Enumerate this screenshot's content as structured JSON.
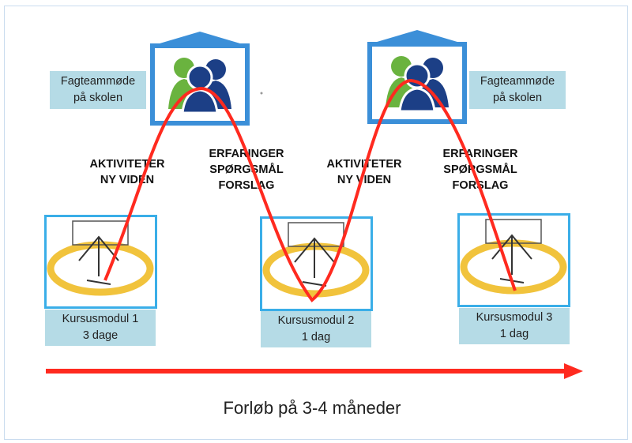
{
  "meetings": [
    {
      "label_line1": "Fagteammøde",
      "label_line2": "på skolen",
      "icon": "school-team-icon"
    },
    {
      "label_line1": "Fagteammøde",
      "label_line2": "på skolen",
      "icon": "school-team-icon"
    }
  ],
  "phases": [
    {
      "lines": [
        "AKTIVITETER",
        "NY VIDEN"
      ]
    },
    {
      "lines": [
        "ERFARINGER",
        "SPØRGSMÅL",
        "FORSLAG"
      ]
    },
    {
      "lines": [
        "AKTIVITETER",
        "NY VIDEN"
      ]
    },
    {
      "lines": [
        "ERFARINGER",
        "SPØRGSMÅL",
        "FORSLAG"
      ]
    }
  ],
  "modules": [
    {
      "name": "Kursusmodul 1",
      "duration": "3 dage"
    },
    {
      "name": "Kursusmodul 2",
      "duration": "1 dag"
    },
    {
      "name": "Kursusmodul 3",
      "duration": "1 dag"
    }
  ],
  "caption": "Forløb på 3-4 måneder",
  "colors": {
    "curve": "#ff2a1f",
    "frame": "#3aaee8",
    "label_bg": "#b5dbe6",
    "green": "#6ab33f",
    "navy": "#1c3f86"
  }
}
